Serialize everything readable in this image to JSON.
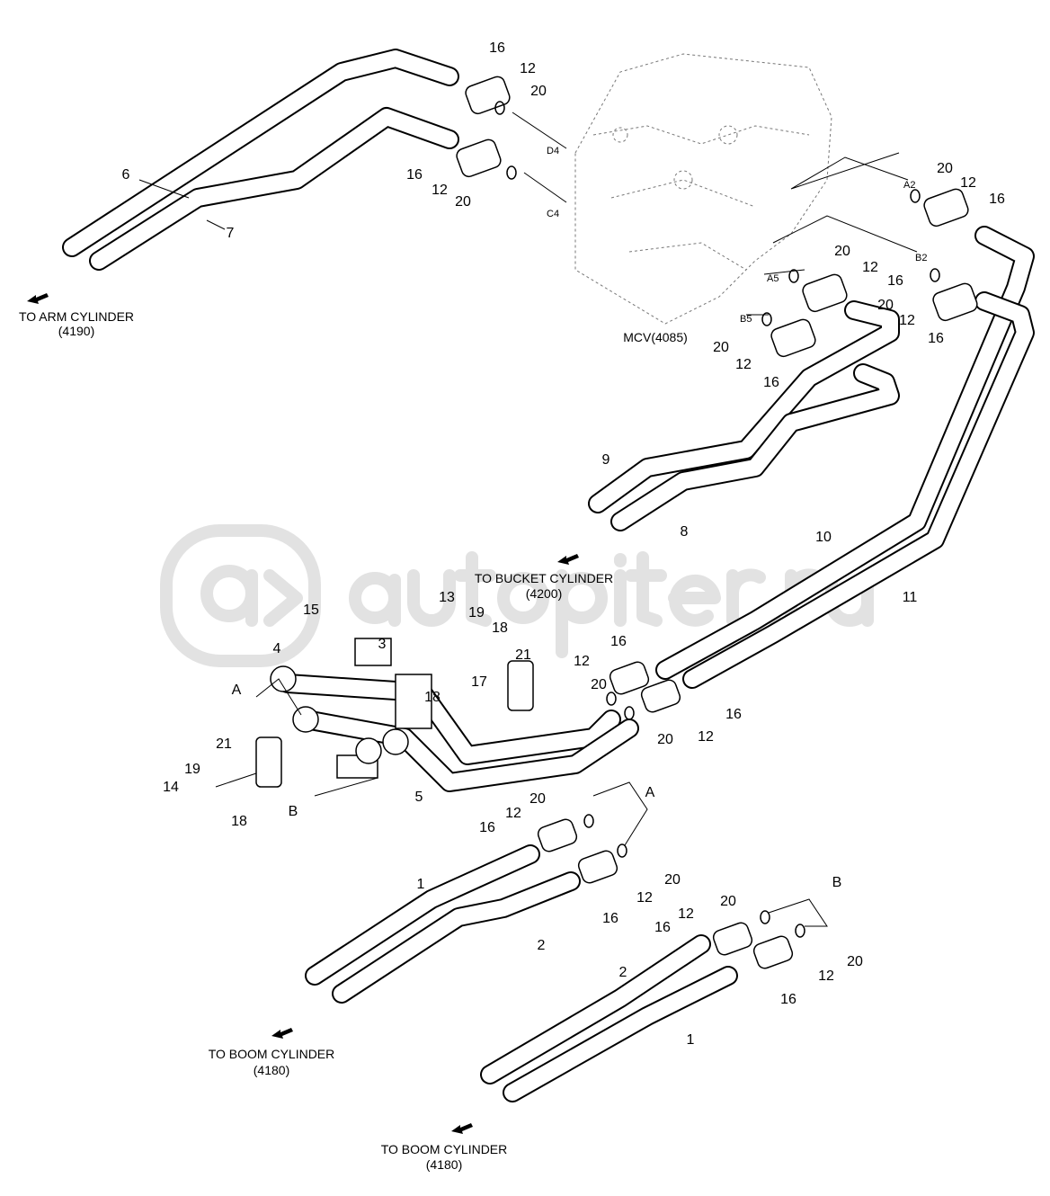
{
  "title": "Hydraulic piping – arm, bucket and boom cylinder lines",
  "watermark": "autopiter.ru",
  "captions": {
    "arm": [
      "TO ARM CYLINDER",
      "(4190)"
    ],
    "bucket": [
      "TO BUCKET CYLINDER",
      "(4200)"
    ],
    "boom1": [
      "TO BOOM CYLINDER",
      "(4180)"
    ],
    "boom2": [
      "TO BOOM CYLINDER",
      "(4180)"
    ],
    "mcv": "MCV(4085)"
  },
  "ports": [
    "D4",
    "C4",
    "A2",
    "B2",
    "A5",
    "B5"
  ],
  "labels": [
    "16",
    "12",
    "20",
    "16",
    "12",
    "20",
    "6",
    "7",
    "20",
    "12",
    "16",
    "20",
    "12",
    "16",
    "20",
    "12",
    "16",
    "20",
    "12",
    "16",
    "9",
    "8",
    "10",
    "11",
    "15",
    "13",
    "19",
    "18",
    "4",
    "3",
    "17",
    "18",
    "21",
    "12",
    "16",
    "20",
    "A",
    "21",
    "5",
    "B",
    "19",
    "14",
    "18",
    "20",
    "12",
    "16",
    "20",
    "A",
    "12",
    "16",
    "1",
    "20",
    "12",
    "16",
    "2",
    "B",
    "20",
    "12",
    "16",
    "20",
    "12",
    "16",
    "2",
    "1"
  ]
}
